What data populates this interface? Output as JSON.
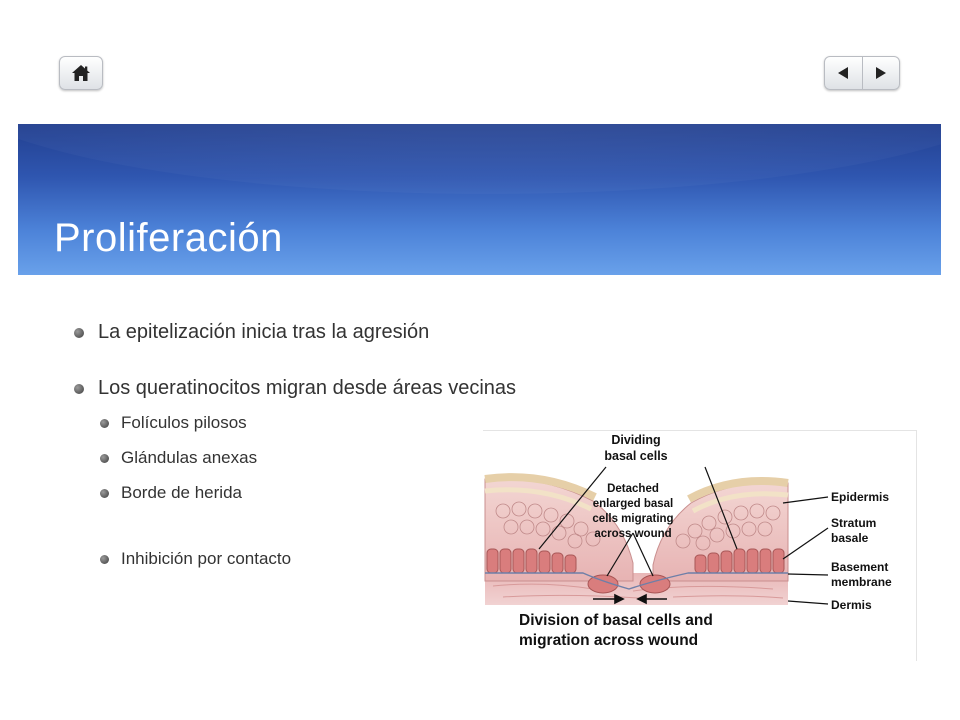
{
  "nav": {
    "home_icon": "home-icon",
    "prev_icon": "triangle-left-icon",
    "next_icon": "triangle-right-icon"
  },
  "slide": {
    "title": "Proliferación",
    "bullets": [
      "La epitelización inicia tras la agresión",
      "Los queratinocitos migran desde áreas vecinas"
    ],
    "sub_bullets": [
      "Folículos pilosos",
      "Glándulas anexas",
      "Borde de herida",
      "Inhibición por contacto"
    ]
  },
  "figure": {
    "labels": {
      "dividing_line1": "Dividing",
      "dividing_line2": "basal cells",
      "detached_line1": "Detached",
      "detached_line2": "enlarged basal",
      "detached_line3": "cells migrating",
      "detached_line4": "across wound",
      "epidermis": "Epidermis",
      "stratum_line1": "Stratum",
      "stratum_line2": "basale",
      "basement_line1": "Basement",
      "basement_line2": "membrane",
      "dermis": "Dermis",
      "caption_line1": "Division of basal cells and",
      "caption_line2": "migration across wound"
    }
  },
  "colors": {
    "title_band_top": "#223f8f",
    "title_band_bottom": "#69a1ea",
    "body_text": "#333333"
  }
}
